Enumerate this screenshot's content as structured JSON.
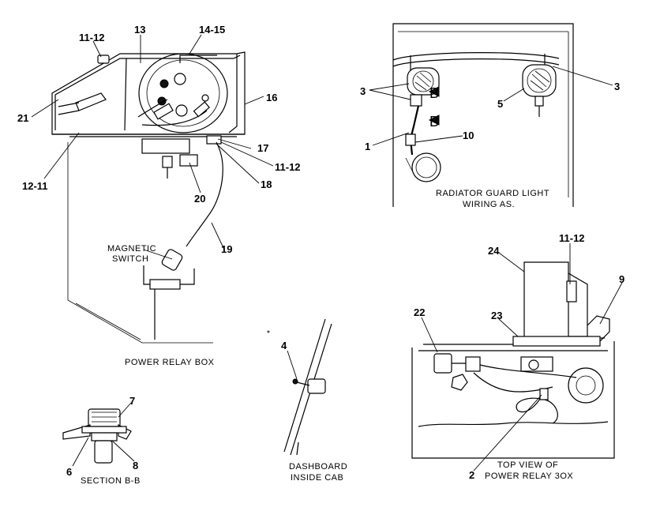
{
  "diagram": {
    "callouts": {
      "c_11_12_top": "11-12",
      "c_13": "13",
      "c_14_15": "14-15",
      "c_16": "16",
      "c_21": "21",
      "c_12_11": "12-11",
      "c_17": "17",
      "c_11_12_mid": "11-12",
      "c_18": "18",
      "c_20": "20",
      "c_19": "19",
      "c_3_left": "3",
      "c_3_right": "3",
      "c_5": "5",
      "c_1": "1",
      "c_10": "10",
      "c_24": "24",
      "c_11_12_right": "11-12",
      "c_9": "9",
      "c_22": "22",
      "c_23": "23",
      "c_2": "2",
      "c_4": "4",
      "c_7": "7",
      "c_6": "6",
      "c_8": "8",
      "c_b_upper": "B",
      "c_b_lower": "B"
    },
    "captions": {
      "magnetic_switch_1": "MAGNETIC",
      "magnetic_switch_2": "SWITCH",
      "power_relay_box": "POWER RELAY BOX",
      "radiator_1": "RADIATOR GUARD LIGHT",
      "radiator_2": "WIRING AS.",
      "section": "SECTION B-B",
      "dashboard_1": "DASHBOARD",
      "dashboard_2": "INSIDE CAB",
      "top_view_1": "TOP VIEW OF",
      "top_view_2": "POWER RELAY 3OX"
    }
  }
}
